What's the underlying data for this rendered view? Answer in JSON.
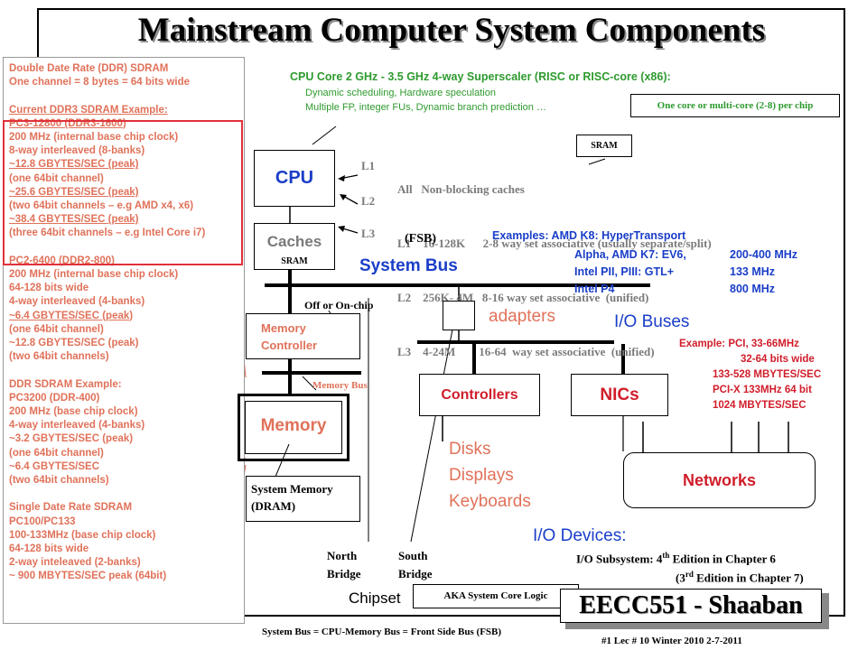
{
  "title": "Mainstream Computer System Components",
  "sidebar": {
    "lines": [
      {
        "text": "Double Date Rate  (DDR)  SDRAM"
      },
      {
        "text": "One channel = 8 bytes = 64 bits wide"
      },
      {
        "text": ""
      },
      {
        "text": "Current  DDR3  SDRAM Example:",
        "u": true
      },
      {
        "text": "PC3-12800  (DDR3-1600)",
        "u": true
      },
      {
        "text": "200 MHz (internal base chip clock)"
      },
      {
        "text": "8-way interleaved (8-banks)"
      },
      {
        "text": "~12.8 GBYTES/SEC (peak)",
        "u": true
      },
      {
        "text": "(one 64bit channel)"
      },
      {
        "text": "~25.6  GBYTES/SEC (peak)",
        "u": true
      },
      {
        "text": "(two 64bit channels – e.g AMD x4, x6)"
      },
      {
        "text": "~38.4  GBYTES/SEC (peak)",
        "u": true
      },
      {
        "text": "(three 64bit channels – e.g Intel Core i7)"
      },
      {
        "text": ""
      },
      {
        "text": "PC2-6400  (DDR2-800)",
        "u": true
      },
      {
        "text": "200 MHz (internal base chip clock)"
      },
      {
        "text": "64-128 bits wide"
      },
      {
        "text": "4-way interleaved (4-banks)"
      },
      {
        "text": "~6.4  GBYTES/SEC (peak)",
        "u": true
      },
      {
        "text": "(one 64bit channel)"
      },
      {
        "text": "~12.8  GBYTES/SEC (peak)"
      },
      {
        "text": "(two 64bit channels)"
      },
      {
        "text": ""
      },
      {
        "text": "DDR  SDRAM Example:"
      },
      {
        "text": "PC3200 (DDR-400)"
      },
      {
        "text": "200 MHz (base chip clock)"
      },
      {
        "text": "4-way interleaved (4-banks)"
      },
      {
        "text": "~3.2  GBYTES/SEC (peak)"
      },
      {
        "text": "(one 64bit channel)"
      },
      {
        "text": "~6.4  GBYTES/SEC"
      },
      {
        "text": "(two 64bit channels)"
      },
      {
        "text": ""
      },
      {
        "text": "Single Date Rate SDRAM"
      },
      {
        "text": "PC100/PC133"
      },
      {
        "text": "100-133MHz  (base chip clock)"
      },
      {
        "text": "64-128 bits wide"
      },
      {
        "text": "2-way inteleaved (2-banks)"
      },
      {
        "text": "~ 900 MBYTES/SEC peak  (64bit)"
      }
    ]
  },
  "cpu_core": {
    "line1": "CPU Core 2 GHz - 3.5 GHz 4-way Superscaler (RISC or RISC-core (x86):",
    "line2": "Dynamic scheduling, Hardware speculation",
    "line3": "Multiple FP, integer FUs, Dynamic branch prediction …",
    "multicore": "One core or multi-core (2-8) per chip"
  },
  "sram_label": "SRAM",
  "caches_info": {
    "line1": "All   Non-blocking caches",
    "line2": "L1    16-128K      2-8 way set associative (usually separate/split)",
    "line3": "L2    256K- 4M   8-16 way set associative  (unified)",
    "line4": "L3    4-24M        16-64  way set associative  (unified)"
  },
  "cpu_box": "CPU",
  "caches_box": "Caches",
  "caches_sram": "SRAM",
  "levels": {
    "l1": "L1",
    "l2": "L2",
    "l3": "L3"
  },
  "fsb": "(FSB)",
  "system_bus": "System Bus",
  "examples": {
    "line1": "Examples:  AMD K8: HyperTransport",
    "line2a": "Alpha, AMD K7:  EV6,",
    "line2b": "200-400 MHz",
    "line3a": "Intel  PII, PIII:  GTL+",
    "line3b": "133 MHz",
    "line4a": "Intel P4",
    "line4b": "800 MHz"
  },
  "off_on_chip": "Off or On-chip",
  "adapters": "adapters",
  "io_buses": "I/O Buses",
  "memory_controller": {
    "line1": "Memory",
    "line2": "Controller"
  },
  "memory_bus": "Memory Bus",
  "io_example": {
    "line1": "Example:  PCI,  33-66MHz",
    "line2": "32-64 bits wide",
    "line3": "133-528  MBYTES/SEC",
    "line4": "PCI-X 133MHz 64 bit",
    "line5": "1024  MBYTES/SEC"
  },
  "controllers": "Controllers",
  "nics": "NICs",
  "memory": "Memory",
  "devices": {
    "line1": "Disks",
    "line2": "Displays",
    "line3": "Keyboards"
  },
  "networks": "Networks",
  "system_memory": {
    "line1": "System Memory",
    "line2": "(DRAM)"
  },
  "io_devices": "I/O Devices:",
  "io_subsystem": {
    "line1a": "I/O Subsystem: 4",
    "line1sup": "th",
    "line1b": " Edition in Chapter 6",
    "line2a": "(3",
    "line2sup": "rd",
    "line2b": " Edition in Chapter 7)"
  },
  "north_bridge": {
    "line1": "North",
    "line2": "Bridge"
  },
  "south_bridge": {
    "line1": "South",
    "line2": "Bridge"
  },
  "chipset": "Chipset",
  "aka": "AKA System Core Logic",
  "course": "EECC551 - Shaaban",
  "footer_bus": "System Bus = CPU-Memory  Bus = Front Side Bus (FSB)",
  "footer_lec": "#1   Lec # 10  Winter 2010  2-7-2011"
}
